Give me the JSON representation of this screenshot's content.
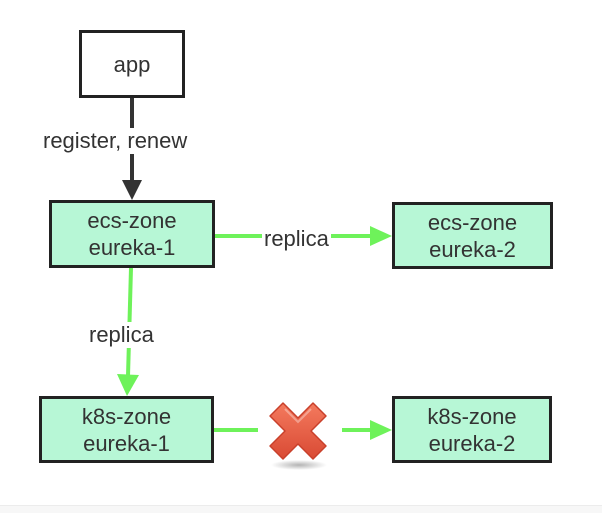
{
  "nodes": {
    "app": {
      "label": "app"
    },
    "ecs_eureka_1": {
      "line1": "ecs-zone",
      "line2": "eureka-1"
    },
    "ecs_eureka_2": {
      "line1": "ecs-zone",
      "line2": "eureka-2"
    },
    "k8s_eureka_1": {
      "line1": "k8s-zone",
      "line2": "eureka-1"
    },
    "k8s_eureka_2": {
      "line1": "k8s-zone",
      "line2": "eureka-2"
    }
  },
  "edges": {
    "app_to_ecs1": {
      "label": "register, renew"
    },
    "ecs1_to_ecs2": {
      "label": "replica"
    },
    "ecs1_to_k8s1": {
      "label": "replica"
    },
    "k8s1_to_k8s2": {
      "status_icon": "cross-icon"
    }
  },
  "colors": {
    "node_fill": "#b7f7d6",
    "node_border": "#222222",
    "replica_arrow": "#6ef25a",
    "register_arrow": "#333333",
    "cross": "#e8553f"
  }
}
